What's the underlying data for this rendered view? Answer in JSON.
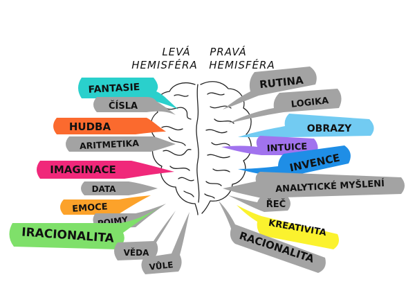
{
  "header": {
    "left_line1": "LEVÁ",
    "left_line2": "HEMISFÉRA",
    "right_line1": "PRAVÁ",
    "right_line2": "HEMISFÉRA"
  },
  "left_labels": {
    "fantasie": "FANTASIE",
    "cisla": "ČÍSLA",
    "hudba": "HUDBA",
    "aritmetika": "ARITMETIKA",
    "imaginace": "IMAGINACE",
    "data": "DATA",
    "emoce": "EMOCE",
    "pojmy": "POJMY",
    "iracionalita": "IRACIONALITA",
    "veda": "VĚDA",
    "vule": "VŮLE"
  },
  "right_labels": {
    "rutina": "RUTINA",
    "logika": "LOGIKA",
    "obrazy": "OBRAZY",
    "intuice": "INTUICE",
    "invence": "INVENCE",
    "analyticke_mysleni": "ANALYTICKÉ MYŠLENÍ",
    "rec": "ŘEČ",
    "kreativita": "KREATIVITA",
    "racionalita": "RACIONALITA"
  },
  "colors": {
    "gray": "#a3a3a3",
    "teal": "#2ad0cc",
    "orange_red": "#fb6a2e",
    "pink": "#f0287a",
    "orange": "#fca22a",
    "green": "#7fe06a",
    "light_blue": "#72cbf2",
    "purple": "#a173ee",
    "blue": "#1f8ee6",
    "yellow": "#fbf22e"
  }
}
